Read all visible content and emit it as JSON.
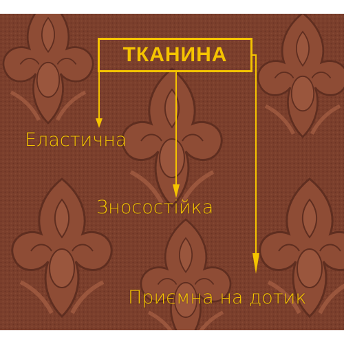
{
  "title": "ТКАНИНА",
  "features": [
    {
      "label": "Еластична"
    },
    {
      "label": "Зносостійка"
    },
    {
      "label": "Приємна на дотик"
    }
  ],
  "colors": {
    "accent": "#f5c400",
    "fabric": "#7b3f2c",
    "pattern_light": "#8e4c35",
    "pattern_dark": "#5f2e20"
  }
}
